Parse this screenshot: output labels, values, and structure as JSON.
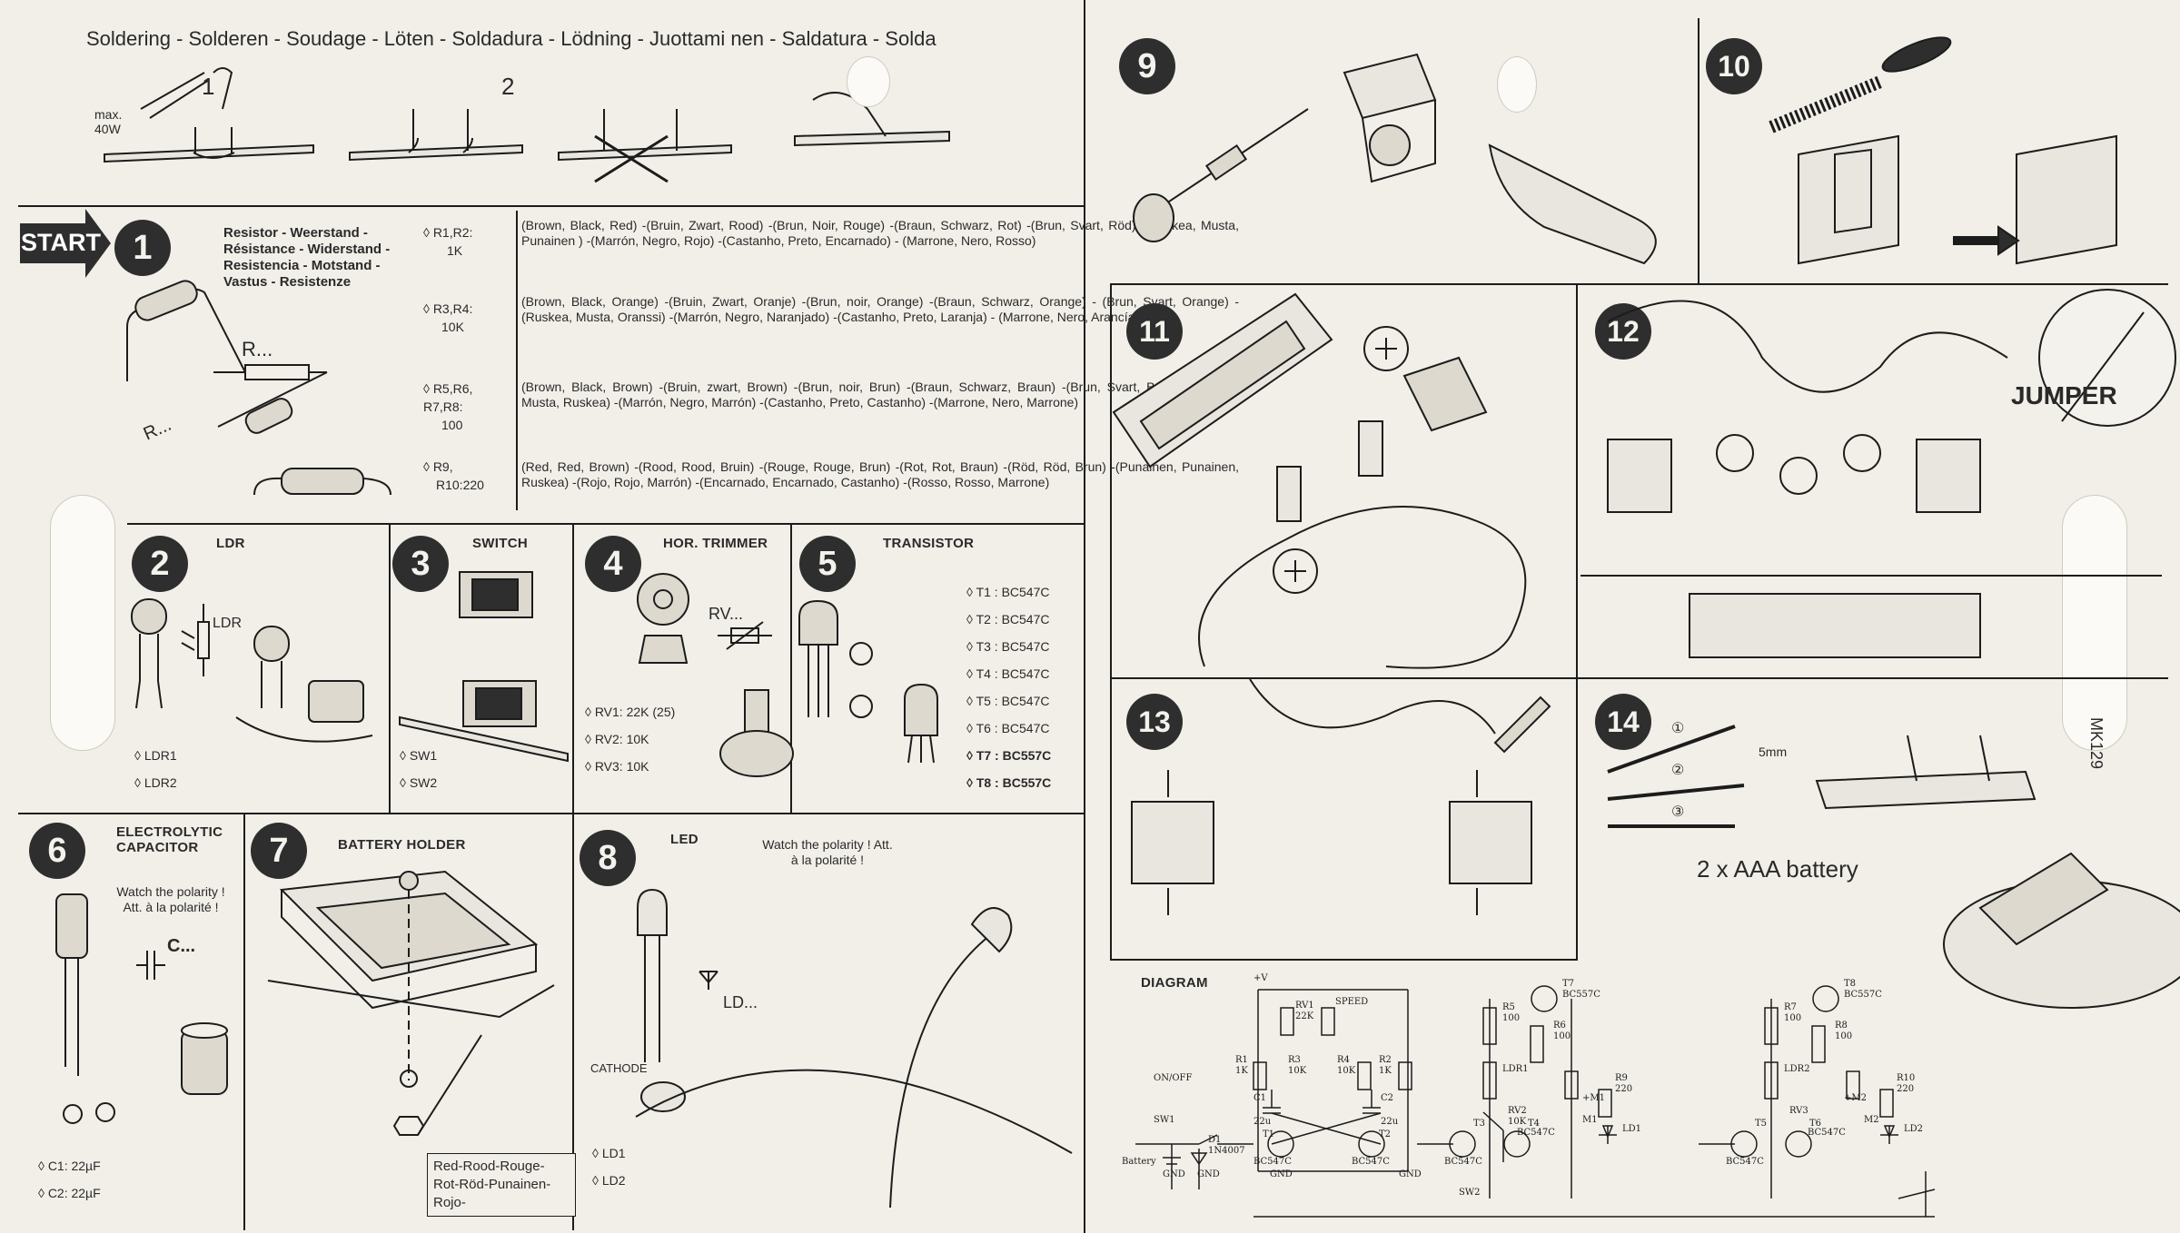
{
  "header": {
    "title": "Soldering - Solderen - Soudage - Löten - Soldadura - Lödning - Juottami nen - Saldatura - Solda"
  },
  "soldering": {
    "max_label": "max.",
    "watt_label": "40W",
    "step1": "1",
    "step2": "2"
  },
  "start": {
    "label": "START"
  },
  "steps": [
    {
      "num": "1",
      "title": "Resistor - Weerstand - Résistance - Widerstand - Resistencia - Motstand - Vastus - Resistenze",
      "symbol": "R...",
      "part_label": "R..."
    },
    {
      "num": "2",
      "title": "LDR",
      "symbol": "LDR"
    },
    {
      "num": "3",
      "title": "SWITCH"
    },
    {
      "num": "4",
      "title": "HOR. TRIMMER",
      "symbol": "RV..."
    },
    {
      "num": "5",
      "title": "TRANSISTOR"
    },
    {
      "num": "6",
      "title": "ELECTROLYTIC CAPACITOR",
      "note": "Watch the polarity ! Att. à la polarité !",
      "symbol": "C..."
    },
    {
      "num": "7",
      "title": "BATTERY HOLDER",
      "note": "Red-Rood-Rouge-Rot-Röd-Punainen-Rojo-"
    },
    {
      "num": "8",
      "title": "LED",
      "note": "Watch the polarity ! Att. à la polarité !",
      "cathode": "CATHODE",
      "symbol": "LD..."
    },
    {
      "num": "9"
    },
    {
      "num": "10"
    },
    {
      "num": "11"
    },
    {
      "num": "12",
      "jumper": "JUMPER"
    },
    {
      "num": "13"
    },
    {
      "num": "14",
      "mm": "5mm",
      "battery": "2 x AAA battery",
      "marks": [
        "①",
        "②",
        "③"
      ]
    }
  ],
  "resistors": [
    {
      "ref": "R1,R2:",
      "value": "1K",
      "colors": "(Brown, Black, Red) -(Bruin, Zwart, Rood) -(Brun, Noir, Rouge) -(Braun, Schwarz, Rot) -(Brun, Svart, Röd) -(Ruskea, Musta, Punainen ) -(Marrón, Negro, Rojo) -(Castanho, Preto, Encarnado) - (Marrone, Nero, Rosso)"
    },
    {
      "ref": "R3,R4:",
      "value": "10K",
      "colors": "(Brown, Black, Orange) -(Bruin, Zwart, Oranje) -(Brun, noir, Orange) -(Braun, Schwarz, Orange) - (Brun, Svart, Orange) -(Ruskea, Musta, Oranssi) -(Marrón, Negro, Naranjado) -(Castanho, Preto, Laranja) - (Marrone, Nero, Arancíato)"
    },
    {
      "ref": "R5,R6, R7,R8:",
      "value": "100",
      "colors": "(Brown, Black, Brown) -(Bruin, zwart, Brown) -(Brun, noir, Brun) -(Braun, Schwarz, Braun) -(Brun, Svart, Brun) -(Ruskea, Musta, Ruskea) -(Marrón, Negro, Marrón) -(Castanho, Preto, Castanho) -(Marrone, Nero, Marrone)"
    },
    {
      "ref": "R9,",
      "value": "R10:220",
      "colors": "(Red, Red, Brown) -(Rood, Rood, Bruin) -(Rouge, Rouge, Brun) -(Rot, Rot, Braun) -(Röd, Röd, Brun) -(Punainen, Punainen, Ruskea) -(Rojo, Rojo, Marrón) -(Encarnado, Encarnado, Castanho) -(Rosso, Rosso, Marrone)"
    }
  ],
  "ldr_list": [
    "LDR1",
    "LDR2"
  ],
  "switch_list": [
    "SW1",
    "SW2"
  ],
  "trimmer_list": [
    "RV1: 22K (25)",
    "RV2: 10K",
    "RV3: 10K"
  ],
  "transistor_list": [
    "T1 : BC547C",
    "T2 : BC547C",
    "T3 : BC547C",
    "T4 : BC547C",
    "T5 : BC547C",
    "T6 : BC547C",
    "T7 : BC557C",
    "T8 : BC557C"
  ],
  "capacitor_list": [
    "C1: 22µF",
    "C2: 22µF"
  ],
  "led_list": [
    "LD1",
    "LD2"
  ],
  "bullet": "◊",
  "diagram": {
    "title": "DIAGRAM",
    "code": "MK129",
    "labels": {
      "v": "+V",
      "speed": "SPEED",
      "rv1": "RV1",
      "rv1v": "22K",
      "r1": "R1",
      "r1v": "1K",
      "r3": "R3",
      "r3v": "10K",
      "r4": "R4",
      "r4v": "10K",
      "r2": "R2",
      "r2v": "1K",
      "c1": "C1",
      "c1v": "22u",
      "c2": "C2",
      "c2v": "22u",
      "t1": "T1",
      "t2": "T2",
      "t1t": "BC547C",
      "t2t": "BC547C",
      "onoff": "ON/OFF",
      "sw1": "SW1",
      "battery": "Battery",
      "d1": "D1",
      "d1t": "1N4007",
      "gnd": "GND",
      "r5": "R5",
      "r5v": "100",
      "ldr1": "LDR1",
      "r6": "R6",
      "r6v": "100",
      "t7": "T7",
      "t7t": "BC557C",
      "t3": "T3",
      "t3t": "BC547C",
      "rv2": "RV2",
      "rv2v": "10K",
      "t4": "T4",
      "t4t": "BC547C",
      "m1": "M1",
      "r9": "R9",
      "r9v": "220",
      "ld1": "LD1",
      "r7": "R7",
      "r7v": "100",
      "ldr2": "LDR2",
      "r8": "R8",
      "r8v": "100",
      "t8": "T8",
      "t8t": "BC557C",
      "t5": "T5",
      "t5t": "BC547C",
      "rv3": "RV3",
      "t6": "T6",
      "t6t": "BC547C",
      "m2": "M2",
      "r10": "R10",
      "r10v": "220",
      "ld2": "LD2",
      "sw2": "SW2",
      "plus_m1": "+M1",
      "plus_m2": "+M2"
    }
  }
}
